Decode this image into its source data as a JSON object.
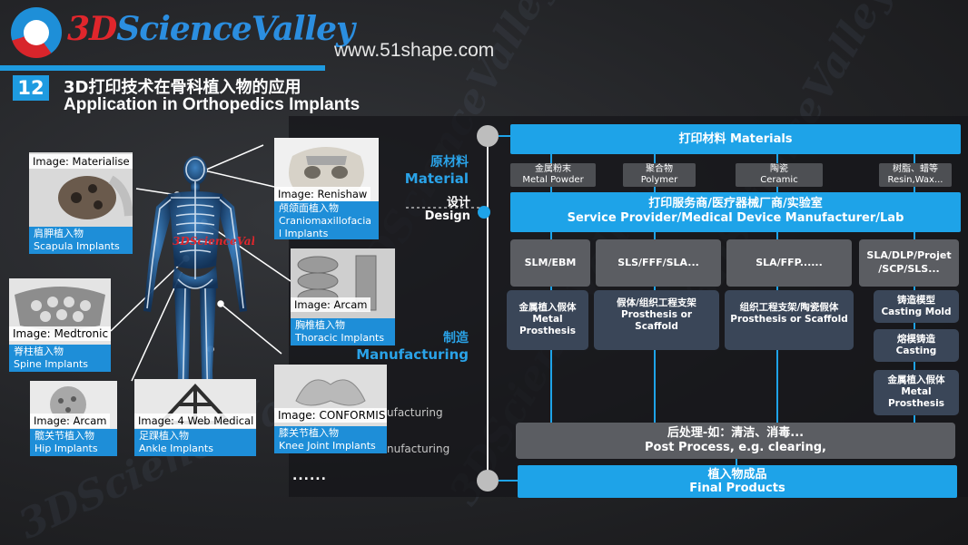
{
  "header": {
    "logo_3d": "3D",
    "logo_rest": "ScienceValley",
    "site_url": "www.51shape.com",
    "slide_number": "12",
    "title_cn": "3D打印技术在骨科植入物的应用",
    "title_en": "Application in Orthopedics Implants"
  },
  "implant_cards": [
    {
      "source": "Image: Materialise",
      "cn": "肩胛植入物",
      "en": "Scapula Implants"
    },
    {
      "source": "Image: Renishaw",
      "cn": "颅颌面植入物",
      "en": "Craniomaxillofacia",
      "en2": "l Implants"
    },
    {
      "source": "Image: Medtronic",
      "cn": "脊柱植入物",
      "en": "Spine Implants"
    },
    {
      "source": "Image: Arcam",
      "cn": "胸椎植入物",
      "en": "Thoracic  Implants"
    },
    {
      "source": "Image: Arcam",
      "cn": "髋关节植入物",
      "en": "Hip Implants"
    },
    {
      "source": "Image: 4 Web Medical",
      "cn": "足踝植入物",
      "en": "Ankle Implants"
    },
    {
      "source": "Image: CONFORMIS",
      "cn": "膝关节植入物",
      "en": "Knee Joint  Implants"
    }
  ],
  "skeleton_watermark": "3DScienceValley",
  "timeline": {
    "material_cn": "原材料",
    "material_en": "Material",
    "design_cn": "设计",
    "design_en": "Design",
    "manufacturing_cn": "制造",
    "manufacturing_en": "Manufacturing",
    "ghost_text_1": "ufacturing",
    "ghost_text_2": "nufacturing",
    "dots": "......"
  },
  "flow": {
    "materials_bar": "打印材料 Materials",
    "materials": [
      {
        "cn": "金属粉末",
        "en": "Metal Powder"
      },
      {
        "cn": "聚合物",
        "en": "Polymer"
      },
      {
        "cn": "陶瓷",
        "en": "Ceramic"
      },
      {
        "cn": "树脂、蜡等",
        "en": "Resin,Wax..."
      }
    ],
    "provider_cn": "打印服务商/医疗器械厂商/实验室",
    "provider_en": "Service Provider/Medical Device Manufacturer/Lab",
    "processes": [
      {
        "l1": "SLM/EBM",
        "l2": ""
      },
      {
        "l1": "SLS/FFF/SLA...",
        "l2": ""
      },
      {
        "l1": "SLA/FFP......",
        "l2": ""
      },
      {
        "l1": "SLA/DLP/Projet",
        "l2": "/SCP/SLS..."
      }
    ],
    "outputs": [
      {
        "l1": "金属植入假体",
        "l2": "Metal",
        "l3": "Prosthesis"
      },
      {
        "l1": "假体/组织工程支架",
        "l2": "Prosthesis or",
        "l3": "Scaffold"
      },
      {
        "l1": "组织工程支架/陶瓷假体",
        "l2": "Prosthesis or Scaffold",
        "l3": ""
      }
    ],
    "casting_mold_cn": "铸造模型",
    "casting_mold_en": "Casting Mold",
    "casting_cn": "熔模铸造",
    "casting_en": "Casting",
    "metal_prosthesis_cn": "金属植入假体",
    "metal_prosthesis_en1": "Metal",
    "metal_prosthesis_en2": "Prosthesis",
    "post_cn": "后处理-如：清洁、消毒...",
    "post_en": "Post Process, e.g. clearing,",
    "final_cn": "植入物成品",
    "final_en": "Final Products"
  },
  "colors": {
    "accent": "#1ea3e8",
    "logo_red": "#e0262c",
    "card_caption": "#1e8ed8",
    "box_gray": "#5b5d62",
    "box_navy": "#3a4658"
  }
}
